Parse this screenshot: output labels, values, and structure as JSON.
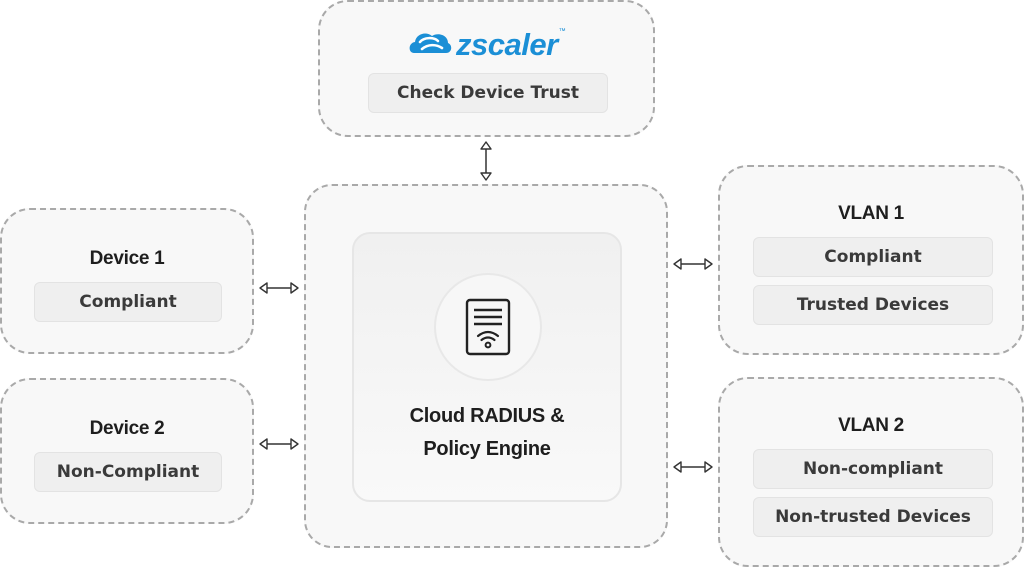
{
  "diagram": {
    "zscaler": {
      "logo_text": "zscaler",
      "logo_tm": "™",
      "logo_icon": "zscaler-cloud-icon",
      "brand_color": "#1b8fd6",
      "action": "Check Device Trust"
    },
    "devices": [
      {
        "title": "Device 1",
        "status": "Compliant"
      },
      {
        "title": "Device 2",
        "status": "Non-Compliant"
      }
    ],
    "engine": {
      "icon": "server-wifi-icon",
      "title_line1": "Cloud RADIUS &",
      "title_line2": "Policy Engine"
    },
    "vlans": [
      {
        "title": "VLAN 1",
        "tags": [
          "Compliant",
          "Trusted Devices"
        ]
      },
      {
        "title": "VLAN 2",
        "tags": [
          "Non-compliant",
          "Non-trusted Devices"
        ]
      }
    ],
    "connectors": [
      {
        "from": "Check Device Trust",
        "to": "Cloud RADIUS & Policy Engine",
        "type": "bidirectional"
      },
      {
        "from": "Device 1",
        "to": "Cloud RADIUS & Policy Engine",
        "type": "bidirectional"
      },
      {
        "from": "Device 2",
        "to": "Cloud RADIUS & Policy Engine",
        "type": "bidirectional"
      },
      {
        "from": "Cloud RADIUS & Policy Engine",
        "to": "VLAN 1",
        "type": "bidirectional"
      },
      {
        "from": "Cloud RADIUS & Policy Engine",
        "to": "VLAN 2",
        "type": "bidirectional"
      }
    ]
  }
}
